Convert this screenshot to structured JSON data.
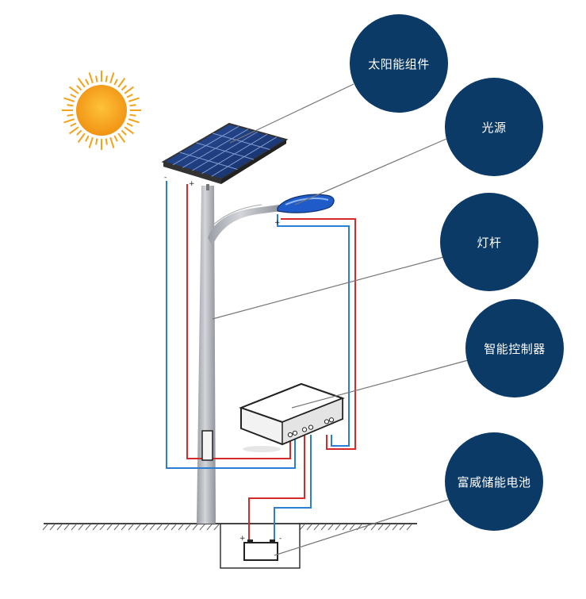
{
  "callouts": {
    "solar_module": "太阳能组件",
    "light_source": "光源",
    "lamp_pole": "灯杆",
    "smart_controller": "智能控制器",
    "battery": "富威储能电池"
  },
  "terminal_signs": {
    "panel_negative": "-",
    "panel_positive": "+",
    "lamp_positive": "+",
    "battery_positive": "+",
    "battery_negative": "-"
  },
  "colors": {
    "callout_fill": "#0c3a66",
    "positive_wire": "#d42a2a",
    "negative_wire": "#2a7fd4",
    "pole": "#b9bcc3",
    "sun": "#f4a21a",
    "panel": "#1f3f82"
  },
  "icons": [
    "sun-icon",
    "solar-panel-icon",
    "street-lamp-icon",
    "controller-box-icon",
    "battery-icon"
  ]
}
